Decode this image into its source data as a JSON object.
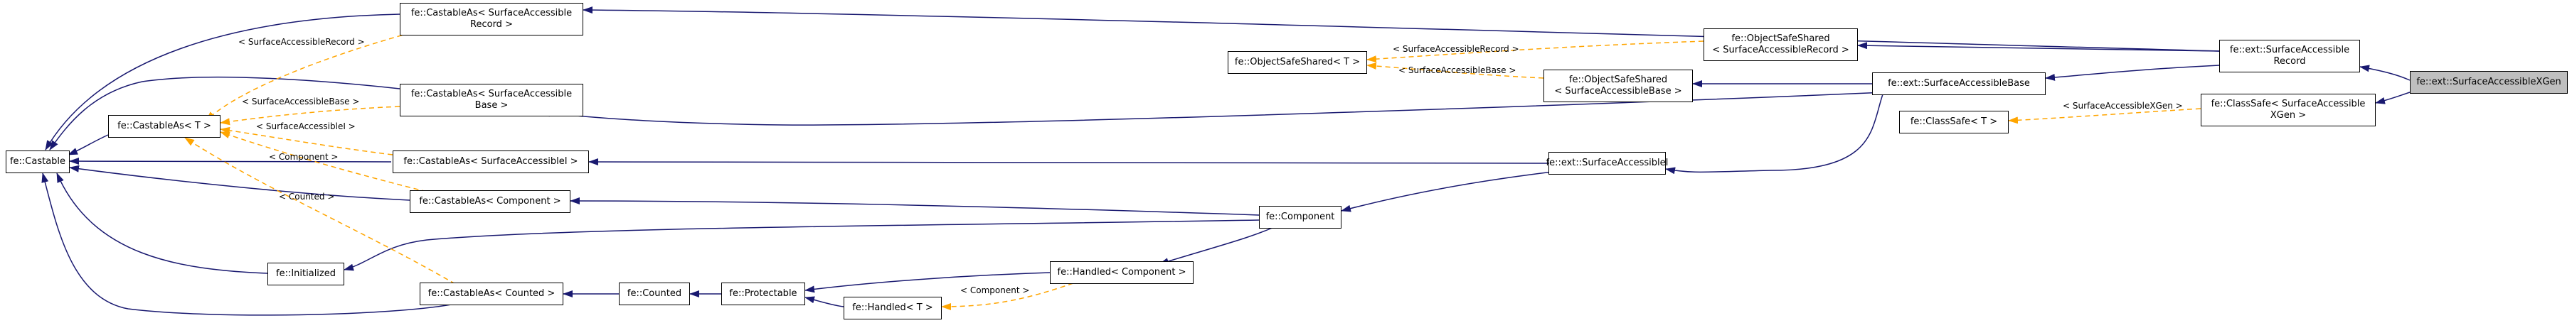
{
  "colors": {
    "inherit_edge": "#191970",
    "template_edge": "#ffa500",
    "focus_fill": "#bfbfbf"
  },
  "nodes": {
    "castable": "fe::Castable",
    "castableAsT": "fe::CastableAs< T >",
    "castableAsSARecord": "fe::CastableAs< SurfaceAccessible\nRecord >",
    "castableAsSABase": "fe::CastableAs< SurfaceAccessible\nBase >",
    "castableAsSAI": "fe::CastableAs< SurfaceAccessibleI >",
    "castableAsComponent": "fe::CastableAs< Component >",
    "initialized": "fe::Initialized",
    "castableAsCounted": "fe::CastableAs< Counted >",
    "counted": "fe::Counted",
    "protectable": "fe::Protectable",
    "handledT": "fe::Handled< T >",
    "handledComponent": "fe::Handled< Component >",
    "component": "fe::Component",
    "objectSafeSharedT": "fe::ObjectSafeShared< T >",
    "objectSafeSharedSARecord": "fe::ObjectSafeShared\n< SurfaceAccessibleRecord >",
    "objectSafeSharedSABase": "fe::ObjectSafeShared\n< SurfaceAccessibleBase >",
    "surfaceAccessibleI": "fe::ext::SurfaceAccessibleI",
    "surfaceAccessibleBase": "fe::ext::SurfaceAccessibleBase",
    "surfaceAccessibleRecord": "fe::ext::SurfaceAccessible\nRecord",
    "classSafeT": "fe::ClassSafe< T >",
    "classSafeXGen": "fe::ClassSafe< SurfaceAccessible\nXGen >",
    "surfaceAccessibleXGen": "fe::ext::SurfaceAccessibleXGen"
  },
  "edge_labels": {
    "saRecord": "< SurfaceAccessibleRecord >",
    "saBase": "< SurfaceAccessibleBase >",
    "saI": "< SurfaceAccessibleI >",
    "component": "< Component >",
    "counted": "< Counted >",
    "osRecord": "< SurfaceAccessibleRecord >",
    "osBase": "< SurfaceAccessibleBase >",
    "xgen": "< SurfaceAccessibleXGen >",
    "handledComponent": "< Component >"
  }
}
